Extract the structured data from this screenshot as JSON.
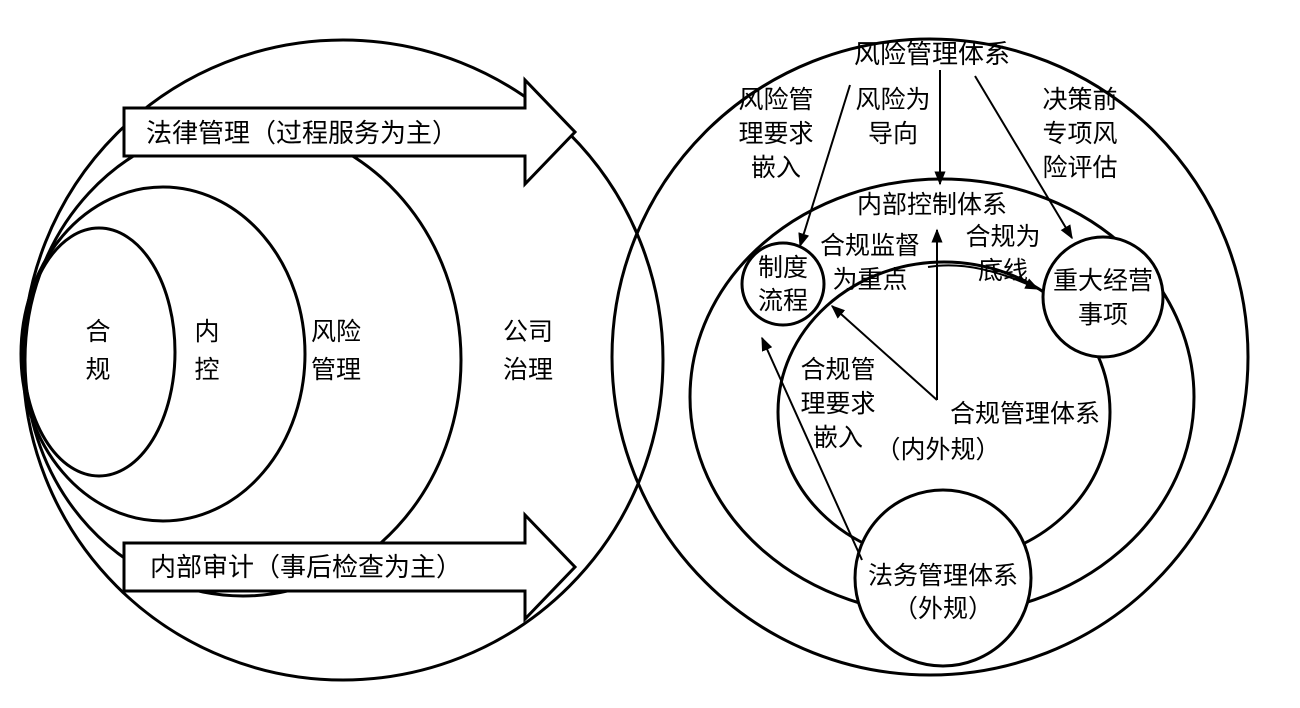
{
  "left": {
    "compliance": [
      "合",
      "规"
    ],
    "internal_control": [
      "内",
      "控"
    ],
    "risk_management": [
      "风险",
      "管理"
    ],
    "corporate_governance": [
      "公司",
      "治理"
    ],
    "top_arrow": "法律管理（过程服务为主）",
    "bottom_arrow": "内部审计（事后检查为主）"
  },
  "right": {
    "risk_system": "风险管理体系",
    "embed_left": [
      "风险管",
      "理要求",
      "嵌入"
    ],
    "risk_oriented": [
      "风险为",
      "导向"
    ],
    "pre_decision": [
      "决策前",
      "专项风",
      "险评估"
    ],
    "internal_control_system": "内部控制体系",
    "compliance_supervision": [
      "合规监督",
      "为重点"
    ],
    "compliance_bottom_line": [
      "合规为",
      "底线"
    ],
    "process": [
      "制度",
      "流程"
    ],
    "major_matters": [
      "重大经营",
      "事项"
    ],
    "embed_inner": [
      "合规管",
      "理要求",
      "嵌入"
    ],
    "compliance_system": "合规管理体系",
    "compliance_rules": "（内外规）",
    "legal_system": "法务管理体系",
    "legal_rules": "（外规）"
  }
}
